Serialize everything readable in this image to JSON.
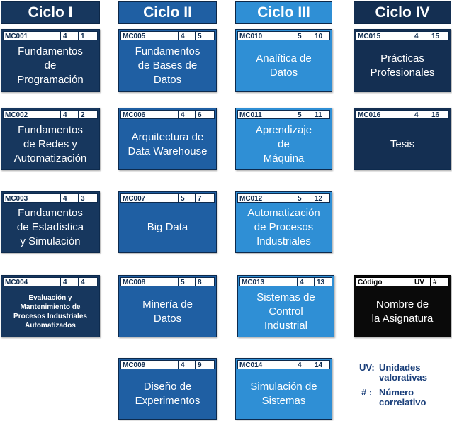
{
  "colors": {
    "ciclo1": "#17375e",
    "ciclo2": "#1f5fa3",
    "ciclo3": "#2f8fd5",
    "ciclo4": "#142f52",
    "legend_box": "#0a0a0a",
    "legend_text": "#1a3f7a"
  },
  "headers": {
    "c1": "Ciclo I",
    "c2": "Ciclo II",
    "c3": "Ciclo III",
    "c4": "Ciclo IV"
  },
  "courses": {
    "mc001": {
      "code": "MC001",
      "uv": "4",
      "num": "1",
      "name": "Fundamentos\nde\nProgramación"
    },
    "mc002": {
      "code": "MC002",
      "uv": "4",
      "num": "2",
      "name": "Fundamentos\nde Redes y\nAutomatización"
    },
    "mc003": {
      "code": "MC003",
      "uv": "4",
      "num": "3",
      "name": "Fundamentos\nde Estadística\ny Simulación"
    },
    "mc004": {
      "code": "MC004",
      "uv": "4",
      "num": "4",
      "name": "Evaluación y\nMantenimiento de\nProcesos Industriales\nAutomatizados"
    },
    "mc005": {
      "code": "MC005",
      "uv": "4",
      "num": "5",
      "name": "Fundamentos\nde Bases de\nDatos"
    },
    "mc006": {
      "code": "MC006",
      "uv": "4",
      "num": "6",
      "name": "Arquitectura de\nData Warehouse"
    },
    "mc007": {
      "code": "MC007",
      "uv": "5",
      "num": "7",
      "name": "Big Data"
    },
    "mc008": {
      "code": "MC008",
      "uv": "5",
      "num": "8",
      "name": "Minería de\nDatos"
    },
    "mc009": {
      "code": "MC009",
      "uv": "4",
      "num": "9",
      "name": "Diseño de\nExperimentos"
    },
    "mc010": {
      "code": "MC010",
      "uv": "5",
      "num": "10",
      "name": "Analítica de\nDatos"
    },
    "mc011": {
      "code": "MC011",
      "uv": "5",
      "num": "11",
      "name": "Aprendizaje\nde\nMáquina"
    },
    "mc012": {
      "code": "MC012",
      "uv": "5",
      "num": "12",
      "name": "Automatización\nde Procesos\nIndustriales"
    },
    "mc013": {
      "code": "MC013",
      "uv": "4",
      "num": "13",
      "name": "Sistemas de\nControl\nIndustrial"
    },
    "mc014": {
      "code": "MC014",
      "uv": "4",
      "num": "14",
      "name": "Simulación de\nSistemas"
    },
    "mc015": {
      "code": "MC015",
      "uv": "4",
      "num": "15",
      "name": "Prácticas\nProfesionales"
    },
    "mc016": {
      "code": "MC016",
      "uv": "4",
      "num": "16",
      "name": "Tesis"
    }
  },
  "legend_box": {
    "code": "Código",
    "uv": "UV",
    "num": "#",
    "name": "Nombre de\nla Asignatura"
  },
  "legend": {
    "uv_key": "UV:",
    "uv_text": "Unidades\nvalorativas",
    "num_key": "# :",
    "num_text": "Número\ncorrelativo"
  }
}
